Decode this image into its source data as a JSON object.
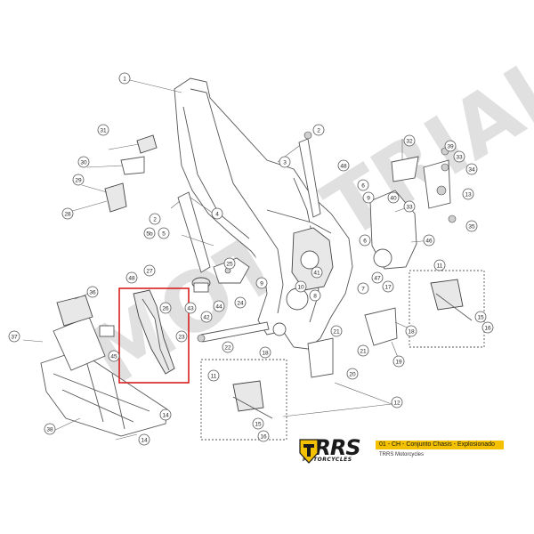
{
  "drawing": {
    "watermark": "MOTOTRIAL",
    "brand": "TRRS",
    "brand_sub": "MOTORCYCLES",
    "sheet_title": "01 - CH - Conjunto Chasis - Explosionado",
    "company": "TRRS Motorcycles",
    "highlight_color": "#d62020",
    "accent_color": "#f3c100",
    "logo_icon": "trrs-shield-icon"
  },
  "callouts": [
    {
      "label": "1"
    },
    {
      "label": "2"
    },
    {
      "label": "2"
    },
    {
      "label": "3"
    },
    {
      "label": "4"
    },
    {
      "label": "5"
    },
    {
      "label": "5b"
    },
    {
      "label": "6"
    },
    {
      "label": "6"
    },
    {
      "label": "7"
    },
    {
      "label": "8"
    },
    {
      "label": "9"
    },
    {
      "label": "9"
    },
    {
      "label": "10"
    },
    {
      "label": "11"
    },
    {
      "label": "11"
    },
    {
      "label": "12"
    },
    {
      "label": "13"
    },
    {
      "label": "14"
    },
    {
      "label": "14"
    },
    {
      "label": "15"
    },
    {
      "label": "15"
    },
    {
      "label": "16"
    },
    {
      "label": "16"
    },
    {
      "label": "17"
    },
    {
      "label": "18"
    },
    {
      "label": "18"
    },
    {
      "label": "19"
    },
    {
      "label": "20"
    },
    {
      "label": "21"
    },
    {
      "label": "21"
    },
    {
      "label": "22"
    },
    {
      "label": "23"
    },
    {
      "label": "24"
    },
    {
      "label": "25"
    },
    {
      "label": "26"
    },
    {
      "label": "27"
    },
    {
      "label": "28"
    },
    {
      "label": "29"
    },
    {
      "label": "30"
    },
    {
      "label": "31"
    },
    {
      "label": "32"
    },
    {
      "label": "33"
    },
    {
      "label": "33"
    },
    {
      "label": "34"
    },
    {
      "label": "35"
    },
    {
      "label": "36"
    },
    {
      "label": "37"
    },
    {
      "label": "38"
    },
    {
      "label": "39"
    },
    {
      "label": "40"
    },
    {
      "label": "41"
    },
    {
      "label": "42"
    },
    {
      "label": "43"
    },
    {
      "label": "44"
    },
    {
      "label": "45"
    },
    {
      "label": "46"
    },
    {
      "label": "47"
    },
    {
      "label": "48"
    },
    {
      "label": "48"
    }
  ]
}
